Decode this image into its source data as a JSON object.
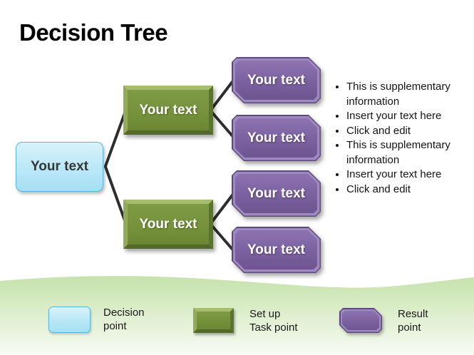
{
  "slide_title": "Decision Tree",
  "tree": {
    "root": {
      "label": "Your text"
    },
    "branches": [
      {
        "label": "Your text"
      },
      {
        "label": "Your text"
      }
    ],
    "leaves": [
      {
        "label": "Your text"
      },
      {
        "label": "Your text"
      },
      {
        "label": "Your text"
      },
      {
        "label": "Your text"
      }
    ]
  },
  "notes": {
    "items": [
      "This is supplementary information",
      "Insert your text here",
      "Click and edit",
      "This is supplementary information",
      "Insert your text here",
      "Click and edit"
    ]
  },
  "legend": {
    "items": [
      {
        "type": "decision-point",
        "line1": "Decision",
        "line2": "point"
      },
      {
        "type": "task-point",
        "line1": "Set up",
        "line2": "Task point"
      },
      {
        "type": "result-point",
        "line1": "Result",
        "line2": "point"
      }
    ]
  },
  "colors": {
    "decision_fill": "#bfe9f7",
    "decision_border": "#58b7db",
    "task_fill": "#76923c",
    "result_fill": "#7c62a1",
    "connector": "#2e2e2e",
    "wave_green": "#c6e2ab",
    "title_color": "#000000"
  }
}
